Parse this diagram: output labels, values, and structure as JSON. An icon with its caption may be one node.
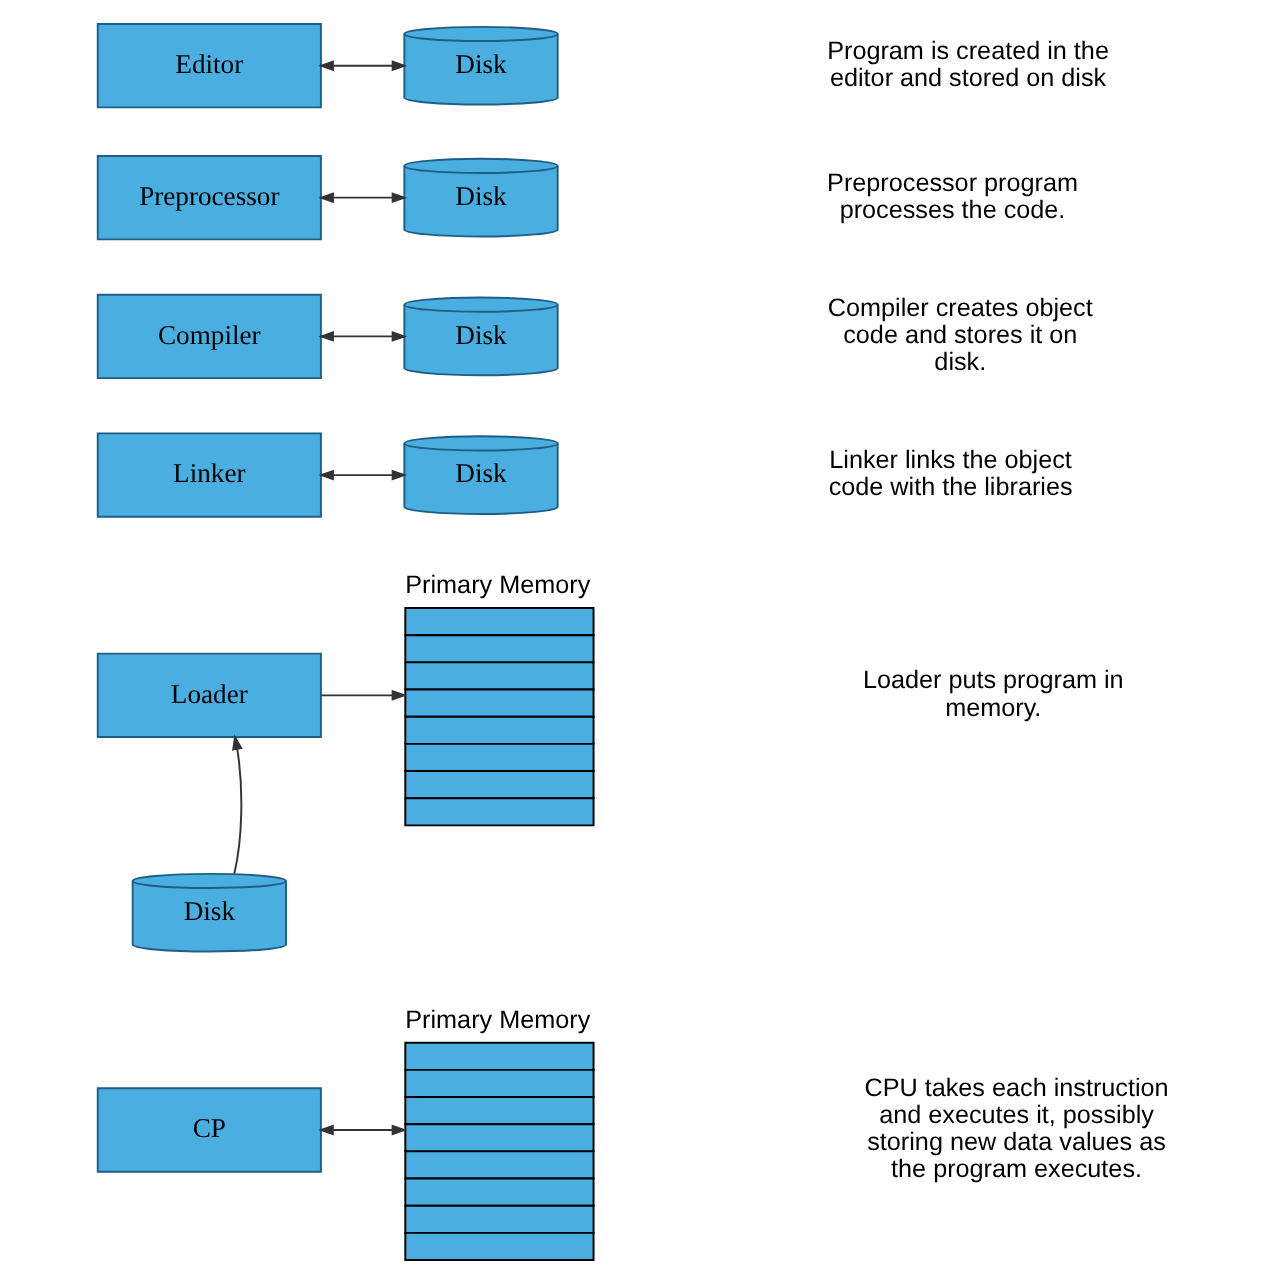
{
  "diagram": {
    "nodes": [
      {
        "text": [
          "Editor"
        ]
      },
      {
        "text": [
          "Disk"
        ]
      },
      {
        "text": [
          "Preprocessor"
        ]
      },
      {
        "text": [
          "Disk"
        ]
      },
      {
        "text": [
          "Compiler"
        ]
      },
      {
        "text": [
          "Disk"
        ]
      },
      {
        "text": [
          "Linker"
        ]
      },
      {
        "text": [
          "Disk"
        ]
      },
      {
        "text": [
          "Loader"
        ]
      },
      {
        "text": [
          "Primary Memory"
        ]
      },
      {
        "text": [
          "Disk"
        ]
      },
      {
        "text": [
          "CP"
        ]
      },
      {
        "text": [
          "Primary Memory"
        ]
      }
    ],
    "edges": [
      {
        "from": 0,
        "to": 1,
        "arrow": "both"
      },
      {
        "from": 2,
        "to": 3,
        "arrow": "both"
      },
      {
        "from": 4,
        "to": 5,
        "arrow": "both"
      },
      {
        "from": 6,
        "to": 7,
        "arrow": "both"
      },
      {
        "from": 8,
        "to": 9,
        "arrow": "to"
      },
      {
        "from": 10,
        "to": 8,
        "arrow": "to"
      },
      {
        "from": 11,
        "to": 12,
        "arrow": "both"
      }
    ],
    "labels": [
      "Program is created in the editor and stored on disk",
      "Preprocessor program processes the code.",
      "Compiler creates object code and stores it on disk.",
      "Linker links the object code with the libraries",
      "Loader puts program in memory.",
      "CPU takes each instruction and executes it, possibly storing new data values as the program executes."
    ]
  }
}
